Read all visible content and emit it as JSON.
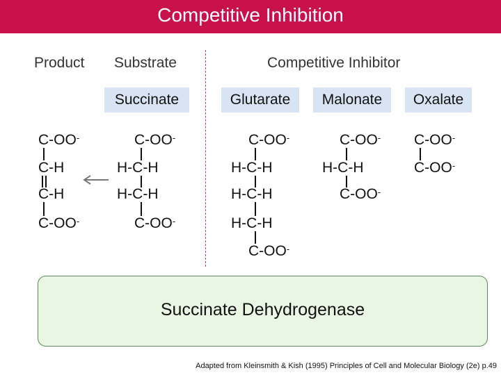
{
  "title": "Competitive Inhibition",
  "headers": {
    "product": "Product",
    "substrate": "Substrate",
    "inhibitor": "Competitive Inhibitor"
  },
  "names": {
    "succinate": "Succinate",
    "glutarate": "Glutarate",
    "malonate": "Malonate",
    "oxalate": "Oxalate"
  },
  "product": {
    "r1": "C-OO",
    "r2": "C-H",
    "r3": "C-H",
    "r4": "C-OO"
  },
  "succinate": {
    "r1": "C-OO",
    "r2": "H-C-H",
    "r3": "H-C-H",
    "r4": "C-OO"
  },
  "glutarate": {
    "r1": "C-OO",
    "r2": "H-C-H",
    "r3": "H-C-H",
    "r4": "H-C-H",
    "r5": "C-OO"
  },
  "malonate": {
    "r1": "C-OO",
    "r2": "H-C-H",
    "r3": "C-OO"
  },
  "oxalate": {
    "r1": "C-OO",
    "r2": "C-OO"
  },
  "charge": "-",
  "enzyme": "Succinate Dehydrogenase",
  "citation": "Adapted from Kleinsmith & Kish (1995) Principles of Cell and Molecular Biology (2e) p.49",
  "colors": {
    "title_bar": "#c8114c",
    "name_box": "#d8e4f4",
    "enzyme_fill": "#e9f6e3",
    "enzyme_border": "#5c8b59",
    "divider": "#cc3377"
  }
}
